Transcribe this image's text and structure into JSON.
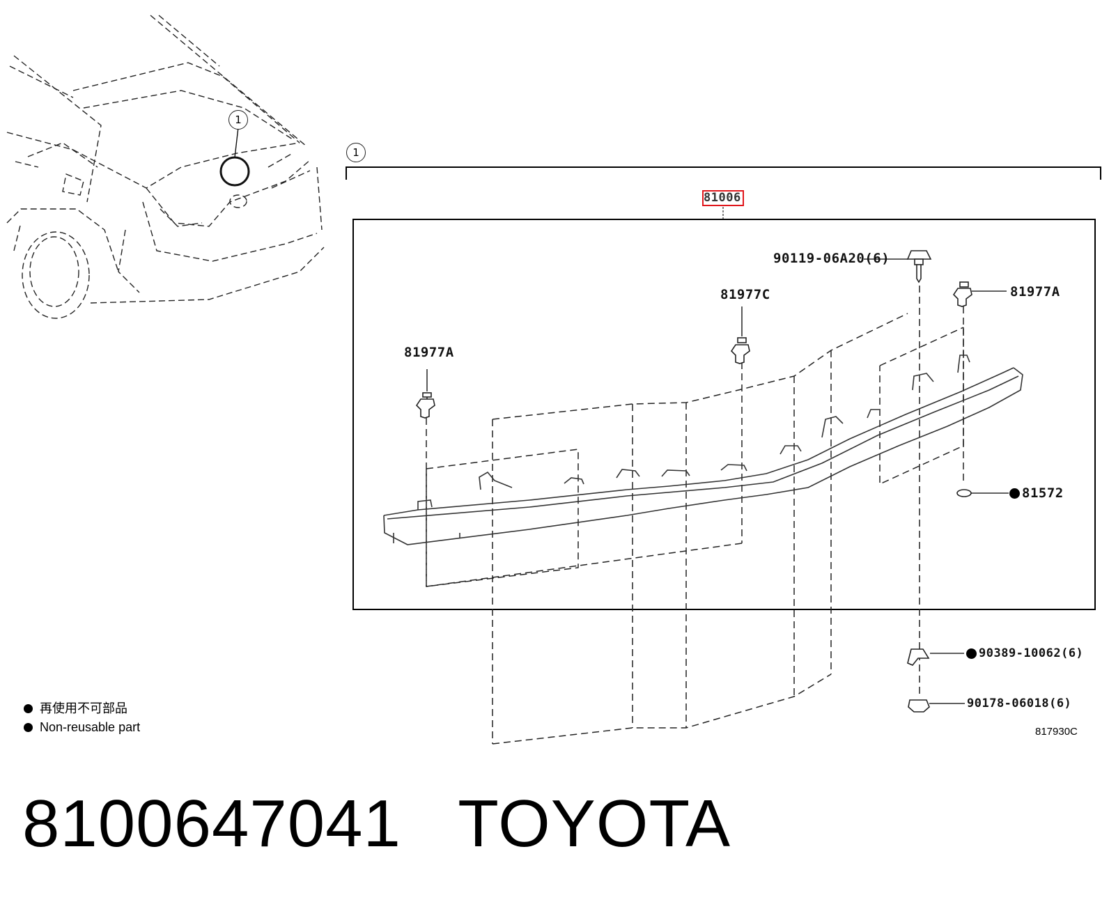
{
  "main_part": {
    "number": "81006",
    "highlight_color": "#e0161b"
  },
  "group_marker": "1",
  "callouts": {
    "bolt_top": "90119-06A20(6)",
    "clip_center": "81977C",
    "clip_right": "81977A",
    "clip_left": "81977A",
    "seal": "81572",
    "nut_mid": "90389-10062(6)",
    "nut_bottom": "90178-06018(6)"
  },
  "legend": {
    "line_jp": "再使用不可部品",
    "line_en": "Non-reusable part"
  },
  "diagram_code": "817930C",
  "footer": {
    "part_number": "8100647041",
    "brand": "TOYOTA"
  }
}
